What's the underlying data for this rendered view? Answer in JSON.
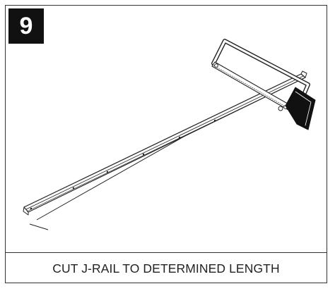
{
  "step": {
    "number": "9"
  },
  "caption": {
    "text": "CUT J-RAIL TO DETERMINED LENGTH"
  },
  "icons": {
    "rail": "j-rail-illustration",
    "saw": "hacksaw-icon"
  },
  "colors": {
    "badge_bg": "#111111",
    "badge_text": "#ffffff",
    "line": "#222222",
    "border": "#333333"
  }
}
